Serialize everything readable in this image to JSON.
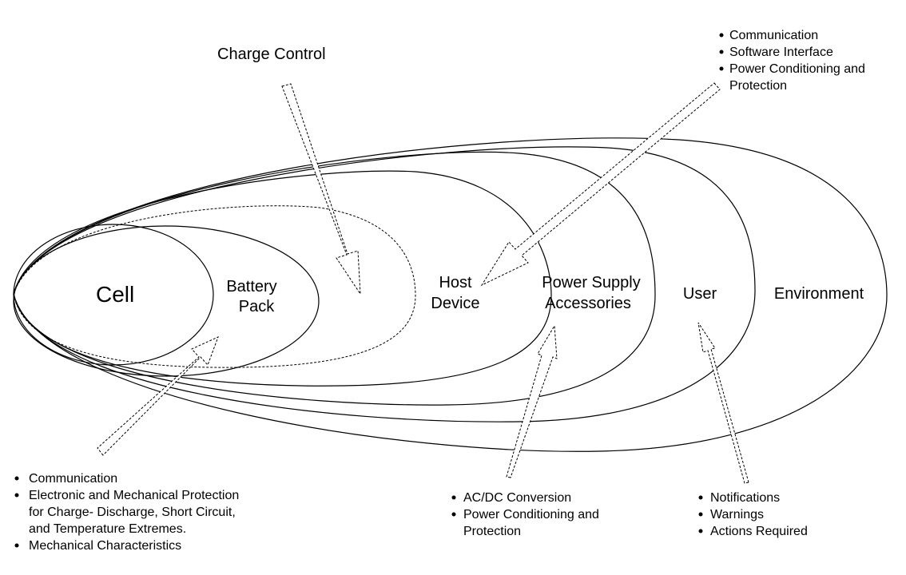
{
  "layers": {
    "cell": "Cell",
    "battery_pack": [
      "Battery",
      "Pack"
    ],
    "host_device": [
      "Host",
      "Device"
    ],
    "power_supply": [
      "Power Supply",
      "Accessories"
    ],
    "user": "User",
    "environment": "Environment"
  },
  "charge_control": "Charge Control",
  "host_notes": [
    "Communication",
    "Software Interface",
    "Power Conditioning and",
    "Protection"
  ],
  "pack_notes": [
    "Communication",
    "Electronic and Mechanical Protection",
    "for Charge- Discharge, Short Circuit,",
    "and Temperature Extremes.",
    "Mechanical Characteristics"
  ],
  "power_notes": [
    "AC/DC Conversion",
    "Power Conditioning and",
    "Protection"
  ],
  "user_notes": [
    "Notifications",
    "Warnings",
    "Actions Required"
  ]
}
